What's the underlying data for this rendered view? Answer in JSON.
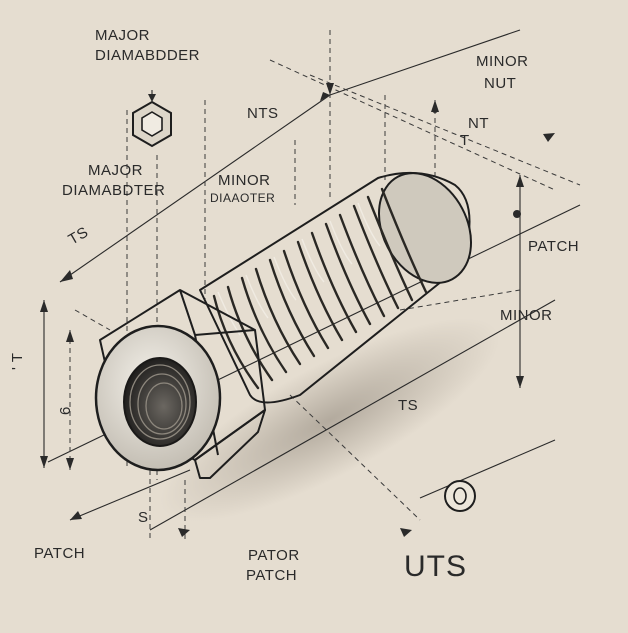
{
  "labels": {
    "top_major_line1": "MAJOR",
    "top_major_line2": "DIAMABDDER",
    "major_line1": "MAJOR",
    "major_line2": "DIAMABDTER",
    "minor_diaoter": "MINOR",
    "minor_diaoter_line2": "DIAAOTER",
    "nts_top": "NTS",
    "ts_left": "TS",
    "ts_mid": "TS",
    "minor_nut_line1": "MINOR",
    "minor_nut_line2": "NUT",
    "nt_right": "NT",
    "t_right": "T",
    "patch_right": "PATCH",
    "minor_right": "MINOR",
    "left_t": "' T",
    "left_six": "6",
    "s_bottom": "S",
    "patch_bottom_left": "PATCH",
    "pator_line1": "PATOR",
    "pator_line2": "PATCH",
    "uts": "UTS"
  },
  "colors": {
    "background": "#e5ddd0",
    "ink": "#1e1e1e",
    "metal_light": "#d8d2c6",
    "metal_dark": "#3c3a36"
  },
  "icons": [
    "hex-nut-icon",
    "washer-circle-icon"
  ]
}
